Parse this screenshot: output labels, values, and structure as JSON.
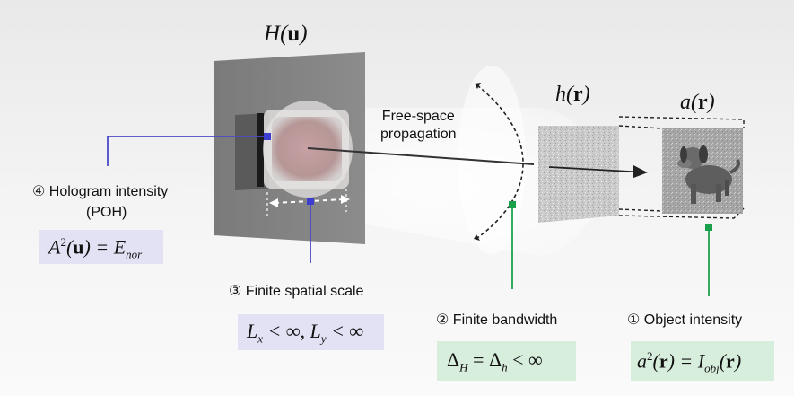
{
  "symbols": {
    "hologram_field": "H",
    "object_field": "a",
    "psf": "h",
    "u_arg": "u",
    "r_arg": "r"
  },
  "free_space": {
    "line1": "Free-space",
    "line2": "propagation"
  },
  "constraints": [
    {
      "number": "④",
      "label": "Hologram intensity",
      "sublabel": "(POH)",
      "equation": "A²(u) = E_nor"
    },
    {
      "number": "③",
      "label": "Finite spatial scale",
      "equation": "L_x < ∞, L_y < ∞"
    },
    {
      "number": "②",
      "label": "Finite bandwidth",
      "equation": "Δ_H = Δ_h < ∞"
    },
    {
      "number": "①",
      "label": "Object intensity",
      "equation": "a²(r) = I_obj(r)"
    }
  ],
  "colors": {
    "hologram_callout": "#4a4ac8",
    "bandwidth_callout": "#22a050",
    "hologram_box": "#e2e2f4",
    "object_box": "#d8eedd"
  },
  "icons": {
    "object": "dog-figure"
  }
}
